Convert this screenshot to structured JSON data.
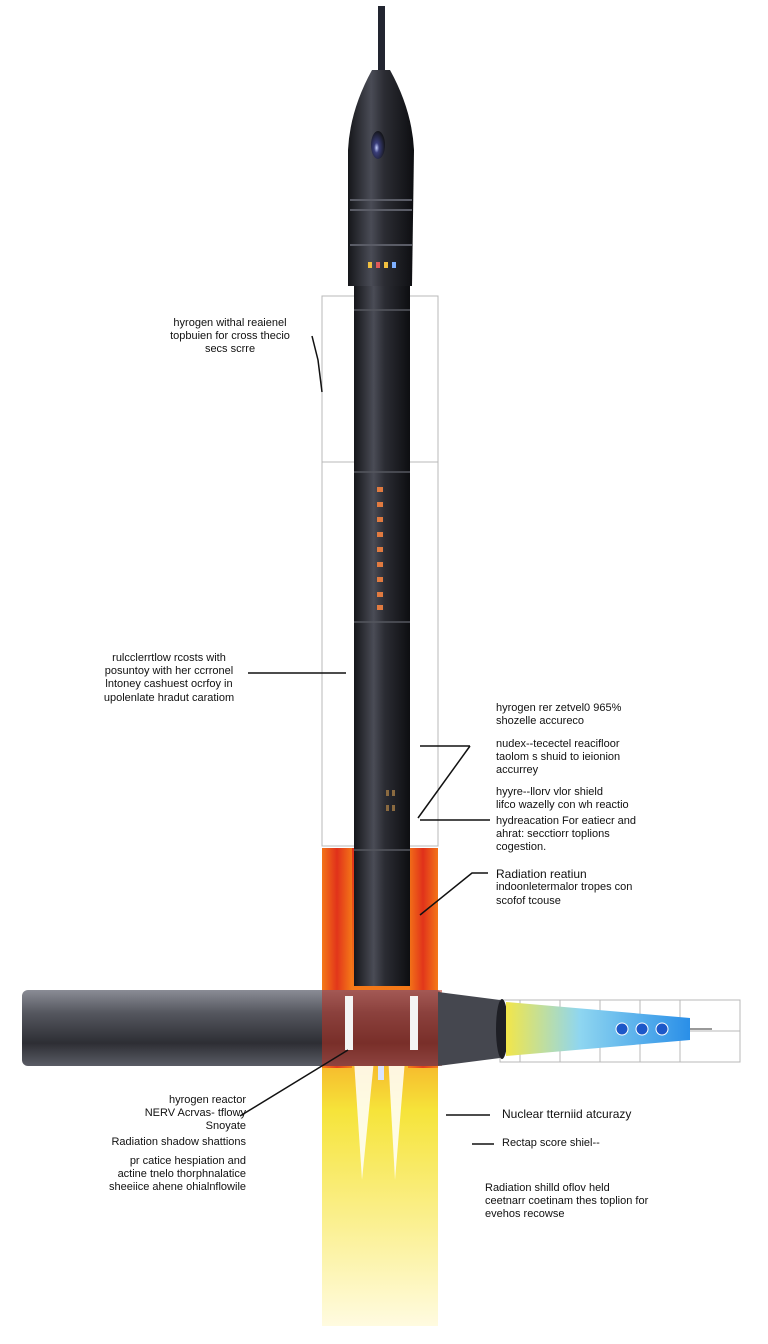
{
  "colors": {
    "rocket_body": "#2e2f36",
    "rocket_highlight": "#6a6c78",
    "flame_red": "#e0301a",
    "flame_orange": "#f57a18",
    "flame_yellow": "#f6e43a",
    "nozzle_blue": "#2a8fe8",
    "leader_line": "#111111",
    "frame_line": "#b8b8b8"
  },
  "labels": {
    "upper_left": {
      "line1": "hyrogen withal reaienel",
      "line2": "topbuien for cross thecio",
      "line3": "secs scrre"
    },
    "mid_left": {
      "line1": "rulcclerrtlow rcosts with",
      "line2": "posuntoy with her ccrronel",
      "line3": "lntoney cashuest ocrfoy in",
      "line4": "upolenlate hradut caratiom"
    },
    "right_1": {
      "line1": "hyrogen rer zetvel0 965%",
      "line2": "shozelle accureco"
    },
    "right_2": {
      "line1": "nudex--tecectel reacifloor",
      "line2": "taolom s shuid to ieionion",
      "line3": "accurrey"
    },
    "right_3": {
      "line1": "hyyre--llorv vlor shield",
      "line2": "lifco wazelly con wh reactio"
    },
    "right_4": {
      "line1": "hydreacation  For eatiecr and",
      "line2": "ahrat: secctiorr toplions",
      "line3": "cogestion."
    },
    "right_5": {
      "line1": "Radiation reatiun",
      "line2": "indoonletermalor tropes con",
      "line3": "scofof tcouse"
    },
    "lower_left": {
      "line1": "hyrogen reactor",
      "line2": "NERV Acrvas- tflowy",
      "line3": "Snoyate",
      "line4": "Radiation shadow shattions",
      "line5": "pr catice hespiation and",
      "line6": "actine tnelo thorphnalatice",
      "line7": "sheeiice ahene ohialnflowile"
    },
    "lower_right_1": {
      "line1": "Nuclear tterniid atcurazy"
    },
    "lower_right_2": {
      "line1": "Rectap score shiel--"
    },
    "lower_right_3": {
      "line1": "Radiation shilld oflov held",
      "line2": "ceetnarr coetinam thes toplion for",
      "line3": "evehos recowse"
    }
  }
}
